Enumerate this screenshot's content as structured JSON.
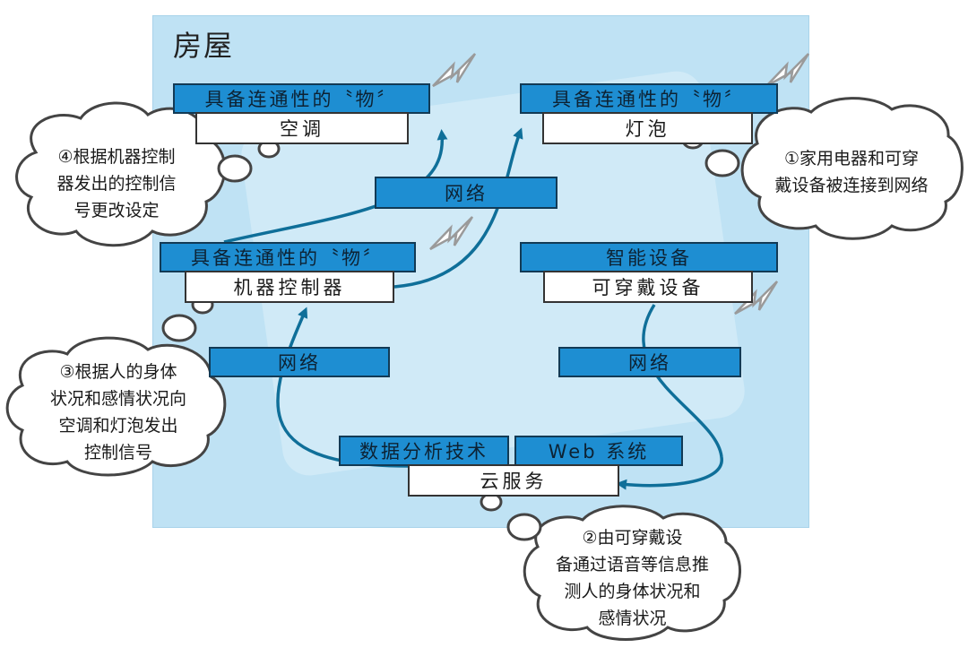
{
  "house": {
    "title": "房屋"
  },
  "things": {
    "ac": {
      "header": "具备连通性的〝物〞",
      "label": "空调"
    },
    "bulb": {
      "header": "具备连通性的〝物〞",
      "label": "灯泡"
    },
    "controller": {
      "header": "具备连通性的〝物〞",
      "label": "机器控制器"
    },
    "wearable": {
      "header": "智能设备",
      "label": "可穿戴设备"
    }
  },
  "networks": {
    "center": "网络",
    "left": "网络",
    "right": "网络"
  },
  "cloud_service": {
    "tech": "数据分析技术",
    "web": "Web 系统",
    "label": "云服务"
  },
  "bubbles": {
    "b1": [
      "①家用电器和可穿",
      "戴设备被连接到网络"
    ],
    "b2": [
      "②由可穿戴设",
      "备通过语音等信息推",
      "测人的身体状况和",
      "感情状况"
    ],
    "b3": [
      "③根据人的身体",
      "状况和感情状况向",
      "空调和灯泡发出",
      "控制信号"
    ],
    "b4": [
      "④根据机器控制",
      "器发出的控制信",
      "号更改设定"
    ]
  },
  "colors": {
    "bar": "#1e8ed2",
    "arrow": "#0f6f99",
    "house": "#bfe2f4",
    "bolt": "#9a9a9a"
  },
  "icons": [
    "lightning-icon",
    "arrow-icon",
    "thought-bubble-icon"
  ]
}
